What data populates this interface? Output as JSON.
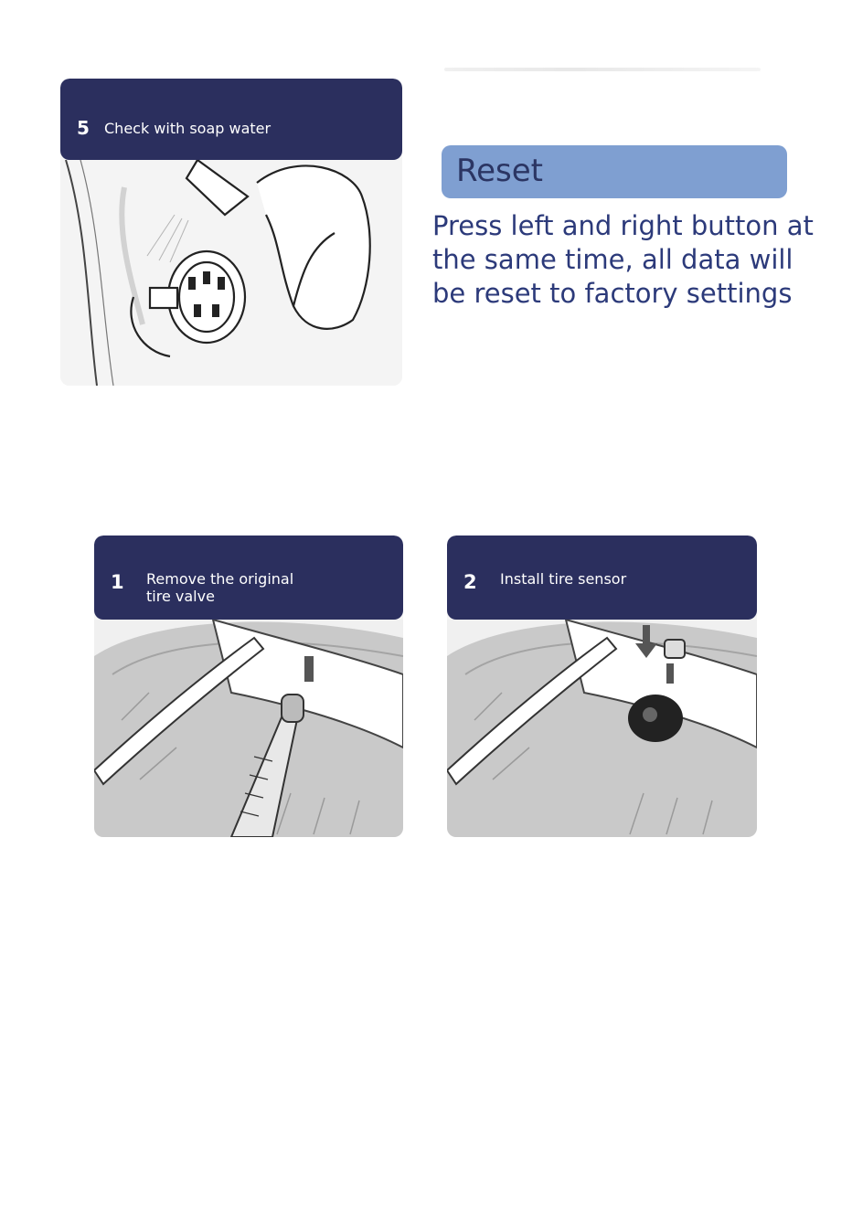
{
  "step5": {
    "number": "5",
    "caption": "Check with soap water"
  },
  "reset": {
    "title": "Reset",
    "text": "Press left and right button at the same time, all data will be reset to factory settings"
  },
  "step1": {
    "number": "1",
    "caption_line1": "Remove the original",
    "caption_line2": "tire valve"
  },
  "step2": {
    "number": "2",
    "caption": "Install tire sensor"
  },
  "colors": {
    "header_navy": "#2b2f5e",
    "reset_badge": "#7f9fd1",
    "reset_text": "#2c3a7a"
  }
}
